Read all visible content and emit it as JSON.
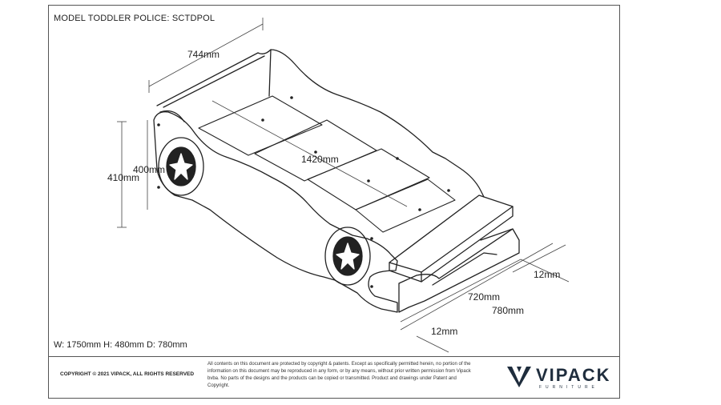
{
  "document": {
    "title": "MODEL TODDLER POLICE: SCTDPOL",
    "overall_dimensions": "W: 1750mm H: 480mm D: 780mm",
    "copyright": "COPYRIGHT © 2021 VIPACK, ALL RIGHTS RESERVED",
    "legal_notice": "All contents on this document are protected by copyright & patents. Except as specifically permitted herein, no portion of the information on this document may be reproduced in any form, or by any means, without prior written permission from Vipack bvba. No parts of the designs and the products can be copied or transmitted. Product and drawings under Patent and Copyright.",
    "brand": {
      "name": "VIPACK",
      "subtitle": "FURNITURE",
      "color": "#1f2d3d"
    }
  },
  "dimensions": {
    "width_top": "744mm",
    "length": "1420mm",
    "height_inner": "400mm",
    "height_outer": "410mm",
    "thickness_side": "12mm",
    "depth_inner": "720mm",
    "depth_outer": "780mm",
    "thickness_bottom": "12mm"
  }
}
